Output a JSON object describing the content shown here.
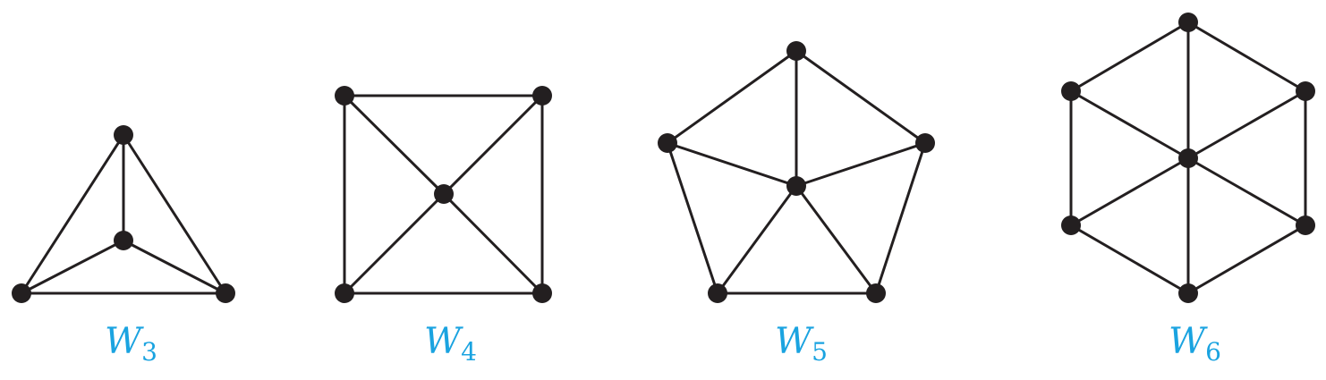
{
  "graphs": [
    {
      "letter": "W",
      "subscript": "3"
    },
    {
      "letter": "W",
      "subscript": "4"
    },
    {
      "letter": "W",
      "subscript": "5"
    },
    {
      "letter": "W",
      "subscript": "6"
    }
  ],
  "colors": {
    "edge": "#231f20",
    "vertex": "#231f20",
    "label": "#1aa3e0"
  }
}
